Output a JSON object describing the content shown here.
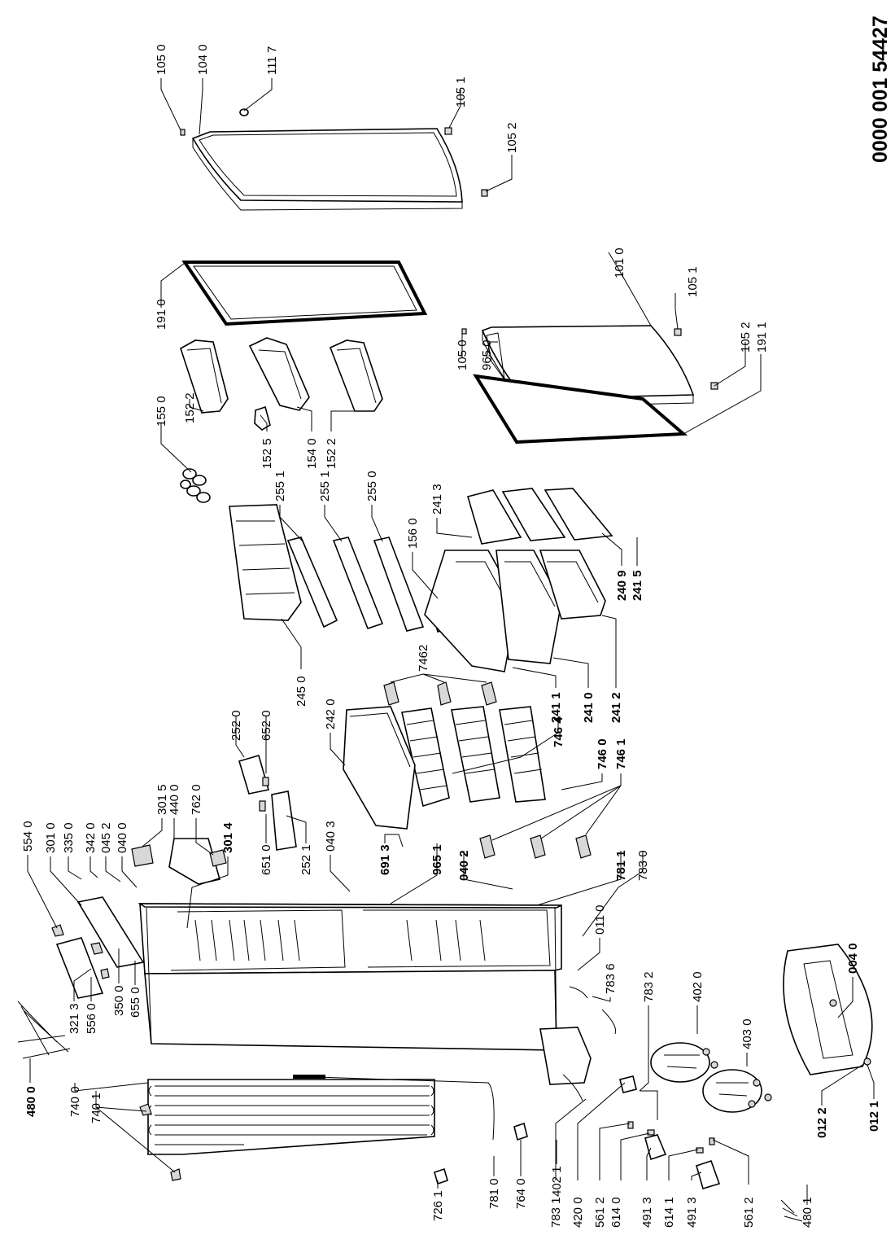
{
  "document_code": "0000 001 54427",
  "callouts": {
    "c1050a": "105 0",
    "c1040": "104 0",
    "c1117": "111 7",
    "c1051a": "105 1",
    "c1052a": "105 2",
    "c1910": "191 0",
    "c1010": "101 0",
    "c1051b": "105 1",
    "c1050b": "105 0",
    "c9650": "965 0",
    "c1052b": "105 2",
    "c1911": "191 1",
    "c1550": "155 0",
    "c1522a": "152 2",
    "c1525": "152 5",
    "c1540": "154 0",
    "c1522b": "152 2",
    "c2551a": "255 1",
    "c2551b": "255 1",
    "c2550": "255 0",
    "c1560": "156 0",
    "c2450": "245 0",
    "c2413": "241 3",
    "c2409": "240 9",
    "c2415": "241 5",
    "c2412": "241 2",
    "c2410": "241 0",
    "c2411": "241 1",
    "c7462": "7462",
    "c7464": "746 4",
    "c7460": "746 0",
    "c7461": "746 1",
    "c2420": "242 0",
    "c2520": "252 0",
    "c6520": "652 0",
    "c6510": "651 0",
    "c2521": "252 1",
    "c6913": "691 3",
    "c9651": "965 1",
    "c0402": "040 2",
    "c7811": "781 1",
    "c7830": "783 0",
    "c0403": "040 3",
    "c3015": "301 5",
    "c4400": "440 0",
    "c7620": "762 0",
    "c3014": "301 4",
    "c5540": "554 0",
    "c3010": "301 0",
    "c3350": "335 0",
    "c3420": "342 0",
    "c0452": "045 2",
    "c0400": "040 0",
    "c3213": "321 3",
    "c5560": "556 0",
    "c3500": "350 0",
    "c6550": "655 0",
    "c4800": "480 0",
    "c7400": "740 0",
    "c7401": "740 1",
    "c0110": "011 0",
    "c7836": "783 6",
    "c7832": "783 2",
    "c4020": "402 0",
    "c4030": "403 0",
    "c0040": "004 0",
    "c0121": "012 1",
    "c0122": "012 2",
    "c4021": "402 1",
    "c7261": "726 1",
    "c7810": "781 0",
    "c7640": "764 0",
    "c7831": "783 1",
    "c4200": "420 0",
    "c5612a": "561 2",
    "c6140": "614 0",
    "c4913a": "491 3",
    "c6141": "614 1",
    "c4913b": "491 3",
    "c5612b": "561 2",
    "c4801": "480 1"
  }
}
